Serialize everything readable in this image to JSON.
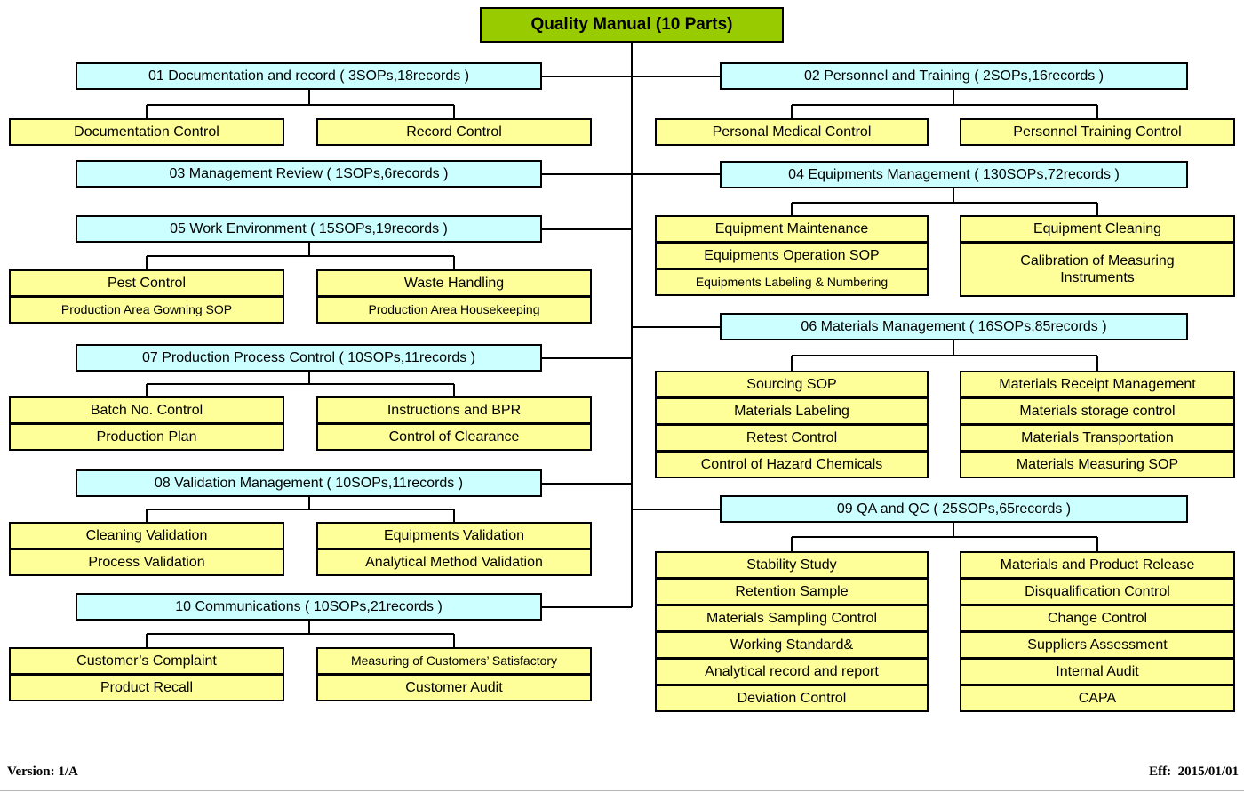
{
  "colors": {
    "root_fill": "#99CC00",
    "section_fill": "#CCFFFF",
    "leaf_fill": "#FFFF99",
    "line": "#000000"
  },
  "footer": {
    "version": "Version: 1/A",
    "effective": "Eff:  2015/01/01"
  },
  "tree": {
    "root": {
      "label": "Quality Manual (10 Parts)"
    },
    "s01": {
      "label": "01 Documentation and record ( 3SOPs,18records )",
      "left": [
        "Documentation Control"
      ],
      "right": [
        "Record Control"
      ]
    },
    "s02": {
      "label": "02 Personnel and Training ( 2SOPs,16records )",
      "left": [
        "Personal Medical Control"
      ],
      "right": [
        "Personnel Training Control"
      ]
    },
    "s03": {
      "label": "03 Management Review ( 1SOPs,6records )"
    },
    "s04": {
      "label": "04 Equipments Management ( 130SOPs,72records )",
      "left": [
        "Equipment Maintenance",
        "Equipments Operation SOP",
        "Equipments Labeling & Numbering"
      ],
      "right": [
        "Equipment Cleaning",
        "Calibration of Measuring Instruments"
      ]
    },
    "s05": {
      "label": "05 Work Environment ( 15SOPs,19records )",
      "left": [
        "Pest Control",
        "Production Area Gowning SOP"
      ],
      "right": [
        "Waste Handling",
        "Production Area Housekeeping"
      ]
    },
    "s06": {
      "label": "06 Materials Management ( 16SOPs,85records )",
      "left": [
        "Sourcing SOP",
        "Materials Labeling",
        "Retest Control",
        "Control of Hazard Chemicals"
      ],
      "right": [
        "Materials Receipt Management",
        "Materials storage control",
        "Materials Transportation",
        "Materials Measuring SOP"
      ]
    },
    "s07": {
      "label": "07 Production Process Control ( 10SOPs,11records )",
      "left": [
        "Batch No. Control",
        "Production Plan"
      ],
      "right": [
        "Instructions and BPR",
        "Control of Clearance"
      ]
    },
    "s08": {
      "label": "08 Validation Management ( 10SOPs,11records )",
      "left": [
        "Cleaning Validation",
        "Process Validation"
      ],
      "right": [
        "Equipments Validation",
        "Analytical Method Validation"
      ]
    },
    "s09": {
      "label": "09 QA and QC ( 25SOPs,65records )",
      "left": [
        "Stability Study",
        "Retention Sample",
        "Materials Sampling Control",
        "Working Standard&",
        "Analytical record and report",
        "Deviation Control"
      ],
      "right": [
        "Materials and Product Release",
        "Disqualification Control",
        "Change Control",
        "Suppliers Assessment",
        "Internal Audit",
        "CAPA"
      ]
    },
    "s10": {
      "label": "10 Communications ( 10SOPs,21records )",
      "left": [
        "Customer’s Complaint",
        "Product Recall"
      ],
      "right": [
        "Measuring of Customers’ Satisfactory",
        "Customer Audit"
      ]
    }
  }
}
